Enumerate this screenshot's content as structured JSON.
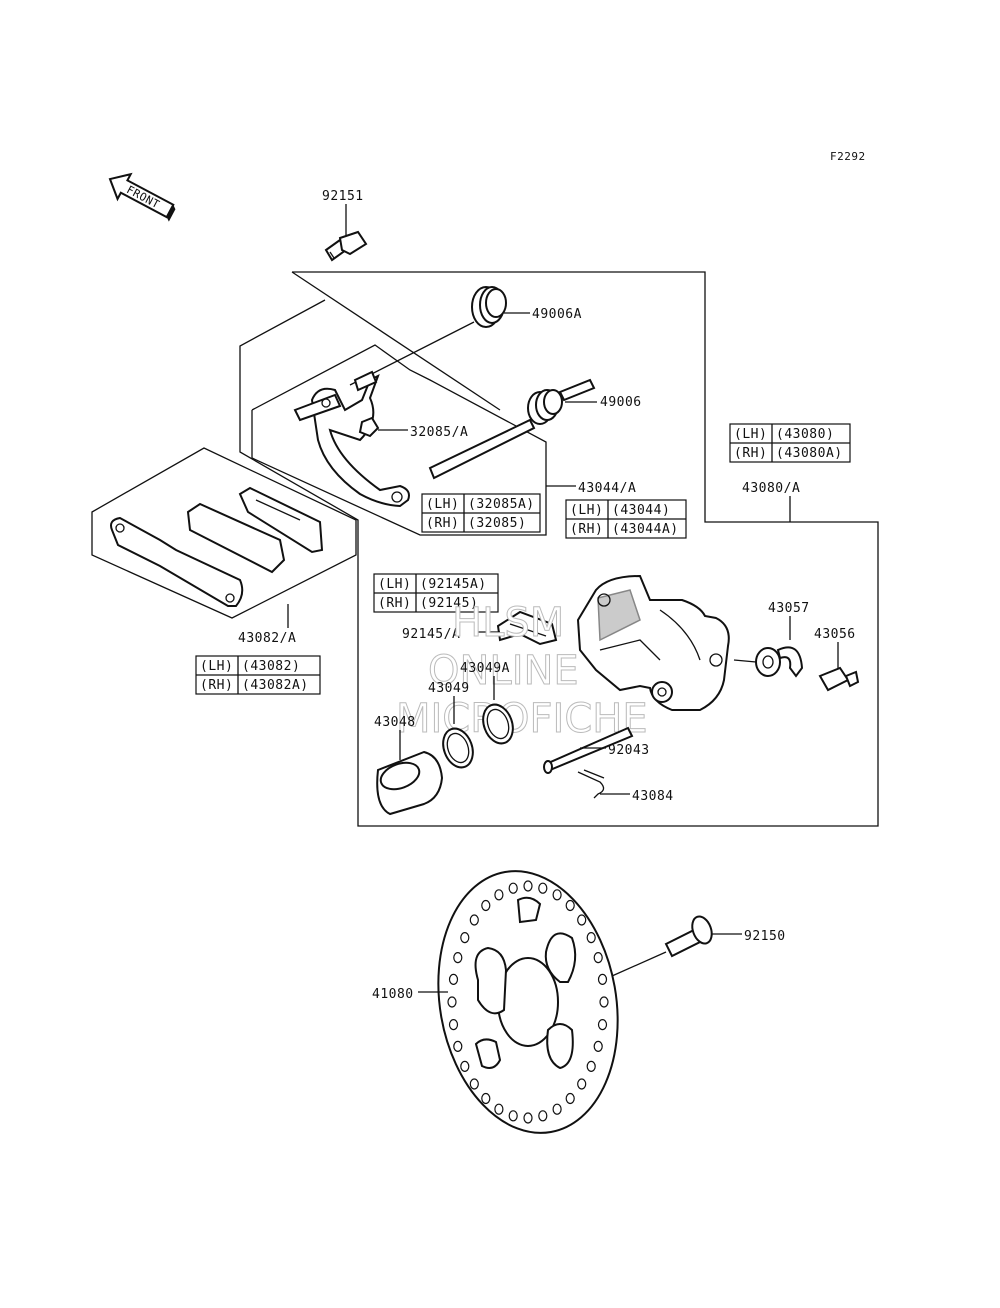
{
  "figure_code": "F2292",
  "front_label": "FRONT",
  "watermark": [
    "HLSM",
    "ONLINE",
    "MICROFICHE"
  ],
  "parts": [
    {
      "id": "p92151",
      "label": "92151"
    },
    {
      "id": "p49006A",
      "label": "49006A"
    },
    {
      "id": "p49006",
      "label": "49006"
    },
    {
      "id": "p32085A",
      "label": "32085/A"
    },
    {
      "id": "p43044A",
      "label": "43044/A"
    },
    {
      "id": "p43080A",
      "label": "43080/A"
    },
    {
      "id": "p43082A",
      "label": "43082/A"
    },
    {
      "id": "p92145A",
      "label": "92145/A"
    },
    {
      "id": "p43057",
      "label": "43057"
    },
    {
      "id": "p43056",
      "label": "43056"
    },
    {
      "id": "p43049A",
      "label": "43049A"
    },
    {
      "id": "p43049",
      "label": "43049"
    },
    {
      "id": "p43048",
      "label": "43048"
    },
    {
      "id": "p92043",
      "label": "92043"
    },
    {
      "id": "p43084",
      "label": "43084"
    },
    {
      "id": "p92150",
      "label": "92150"
    },
    {
      "id": "p41080",
      "label": "41080"
    }
  ],
  "side_tables": [
    {
      "id": "t32085",
      "rows": [
        {
          "side": "(LH)",
          "part": "(32085A)"
        },
        {
          "side": "(RH)",
          "part": "(32085)"
        }
      ]
    },
    {
      "id": "t43044",
      "rows": [
        {
          "side": "(LH)",
          "part": "(43044)"
        },
        {
          "side": "(RH)",
          "part": "(43044A)"
        }
      ]
    },
    {
      "id": "t43080",
      "rows": [
        {
          "side": "(LH)",
          "part": "(43080)"
        },
        {
          "side": "(RH)",
          "part": "(43080A)"
        }
      ]
    },
    {
      "id": "t43082",
      "rows": [
        {
          "side": "(LH)",
          "part": "(43082)"
        },
        {
          "side": "(RH)",
          "part": "(43082A)"
        }
      ]
    },
    {
      "id": "t92145",
      "rows": [
        {
          "side": "(LH)",
          "part": "(92145A)"
        },
        {
          "side": "(RH)",
          "part": "(92145)"
        }
      ]
    }
  ]
}
